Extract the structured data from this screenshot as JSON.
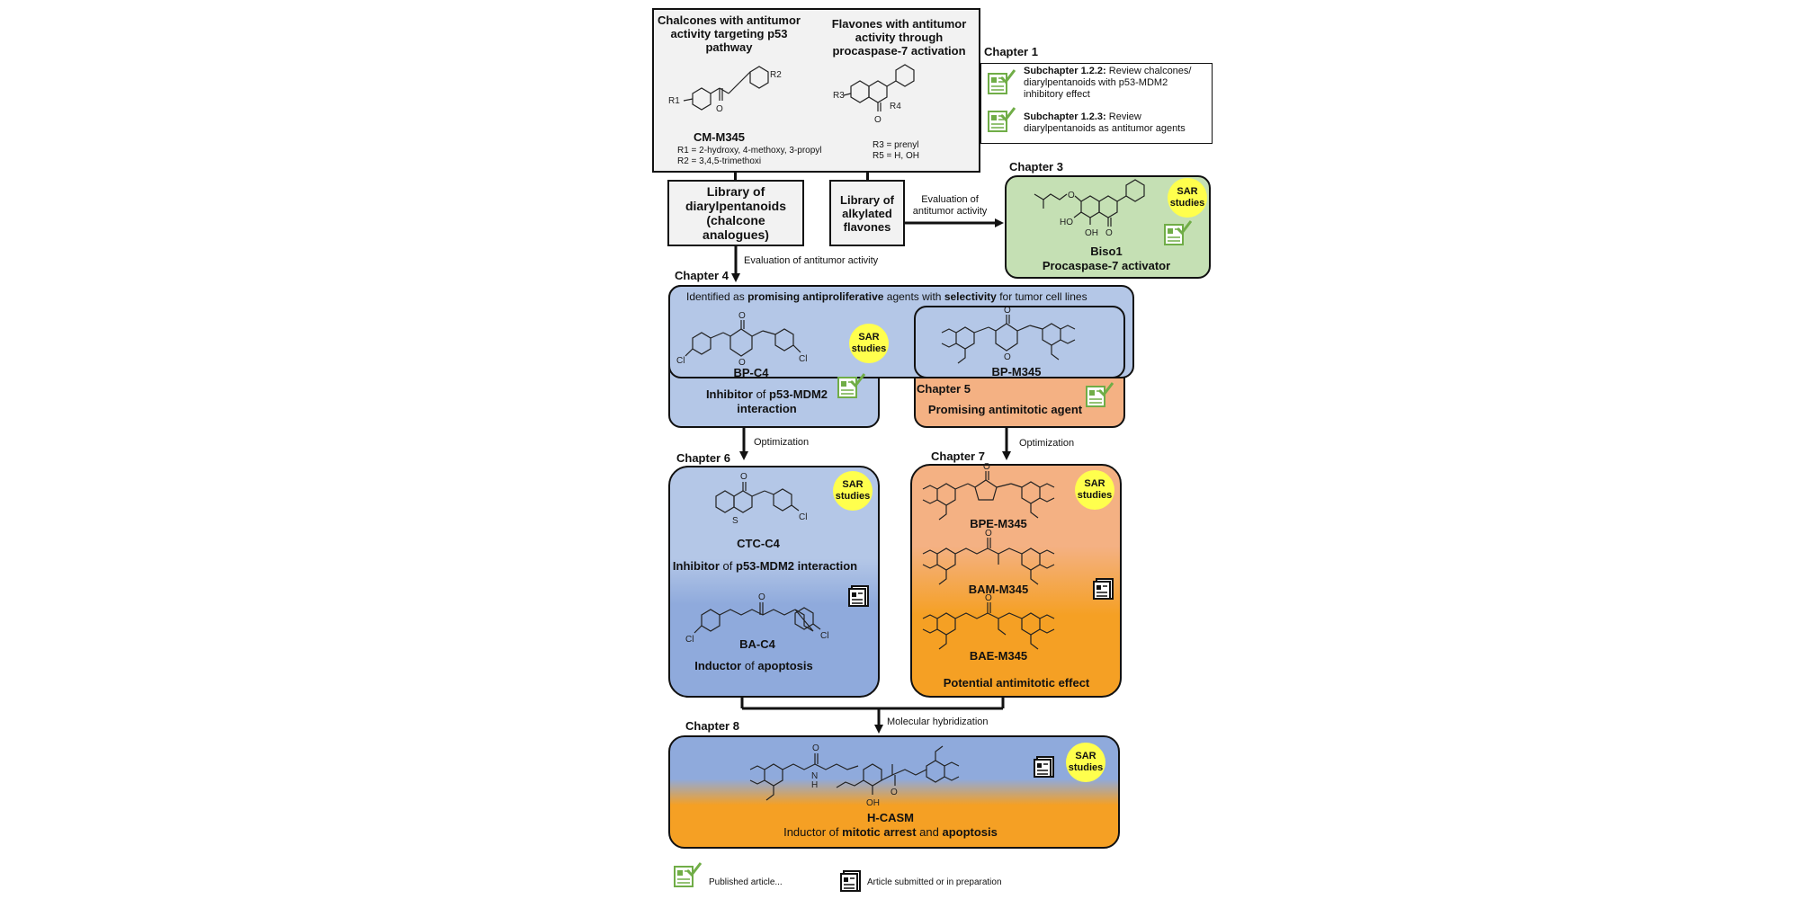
{
  "top_box": {
    "left_title": "Chalcones with antitumor activity targeting p53 pathway",
    "right_title": "Flavones with antitumor activity through procaspase-7 activation",
    "cm_name": "CM-M345",
    "r1": "R1 = 2-hydroxy, 4-methoxy, 3-propyl",
    "r2": "R2 = 3,4,5-trimethoxi",
    "r3": "R3 = prenyl",
    "r5": "R5 = H, OH",
    "mol_labels": {
      "r1": "R1",
      "r2": "R2",
      "r3": "R3",
      "r4": "R4",
      "o": "O"
    }
  },
  "library_boxes": {
    "diaryl": "Library of diarylpentanoids (chalcone analogues)",
    "flavones": "Library of alkylated flavones"
  },
  "arrows": {
    "eval_right": "Evaluation of antitumor activity",
    "eval_down": "Evaluation of antitumor activity",
    "optimization_left": "Optimization",
    "optimization_right": "Optimization",
    "hybridization": "Molecular hybridization"
  },
  "chapter1": {
    "title": "Chapter 1",
    "item1_bold": "Subchapter 1.2.2:",
    "item1_text": "Review chalcones/ diarylpentanoids with p53-MDM2 inhibitory effect",
    "item2_bold": "Subchapter 1.2.3:",
    "item2_text": "Review diarylpentanoids as antitumor agents"
  },
  "chapter3": {
    "title": "Chapter 3",
    "compound": "Biso1",
    "activity": "Procaspase-7 activator",
    "sar": "SAR studies",
    "labels": {
      "ho": "HO",
      "oh": "OH",
      "o": "O"
    }
  },
  "chapter4": {
    "title": "Chapter 4",
    "banner_pre": "Identified as",
    "banner_b1": "promising antiproliferative",
    "banner_mid": "agents with",
    "banner_b2": "selectivity",
    "banner_post": "for tumor cell lines",
    "bpc4": "BP-C4",
    "bpc4_act_pre": "Inhibitor",
    "bpc4_act_of": "of",
    "bpc4_act_post": "p53-MDM2 interaction",
    "bpm345": "BP-M345",
    "sar": "SAR studies",
    "labels": {
      "cl": "Cl",
      "o": "O"
    }
  },
  "chapter5": {
    "title": "Chapter 5",
    "activity": "Promising antimitotic agent"
  },
  "chapter6": {
    "title": "Chapter 6",
    "ctc": "CTC-C4",
    "ctc_act_pre": "Inhibitor",
    "ctc_act_of": "of",
    "ctc_act_post": "p53-MDM2 interaction",
    "bac4": "BA-C4",
    "bac4_act_pre": "Inductor",
    "bac4_act_of": "of",
    "bac4_act_post": "apoptosis",
    "sar": "SAR studies",
    "labels": {
      "cl": "Cl",
      "s": "S",
      "o": "O"
    }
  },
  "chapter7": {
    "title": "Chapter 7",
    "bpe": "BPE-M345",
    "bam": "BAM-M345",
    "bae": "BAE-M345",
    "activity": "Potential antimitotic effect",
    "sar": "SAR studies",
    "labels": {
      "o": "O"
    }
  },
  "chapter8": {
    "title": "Chapter 8",
    "compound": "H-CASM",
    "act_pre": "Inductor of",
    "act_b1": "mitotic arrest",
    "act_mid": "and",
    "act_b2": "apoptosis",
    "sar": "SAR studies",
    "labels": {
      "n": "N",
      "h": "H",
      "oh": "OH",
      "o": "O"
    }
  },
  "legend": {
    "published": "Published article...",
    "submitted": "Article submitted or in preparation"
  },
  "colors": {
    "green_box": "#c5e0b4",
    "blue_box": "#b4c7e7",
    "blue_dark": "#8faadc",
    "orange_box": "#f4b183",
    "orange_dark": "#f5a024",
    "sar_yellow": "#ffff4d",
    "top_box_fill": "#f2f2f2",
    "icon_green": "#70ad47"
  }
}
